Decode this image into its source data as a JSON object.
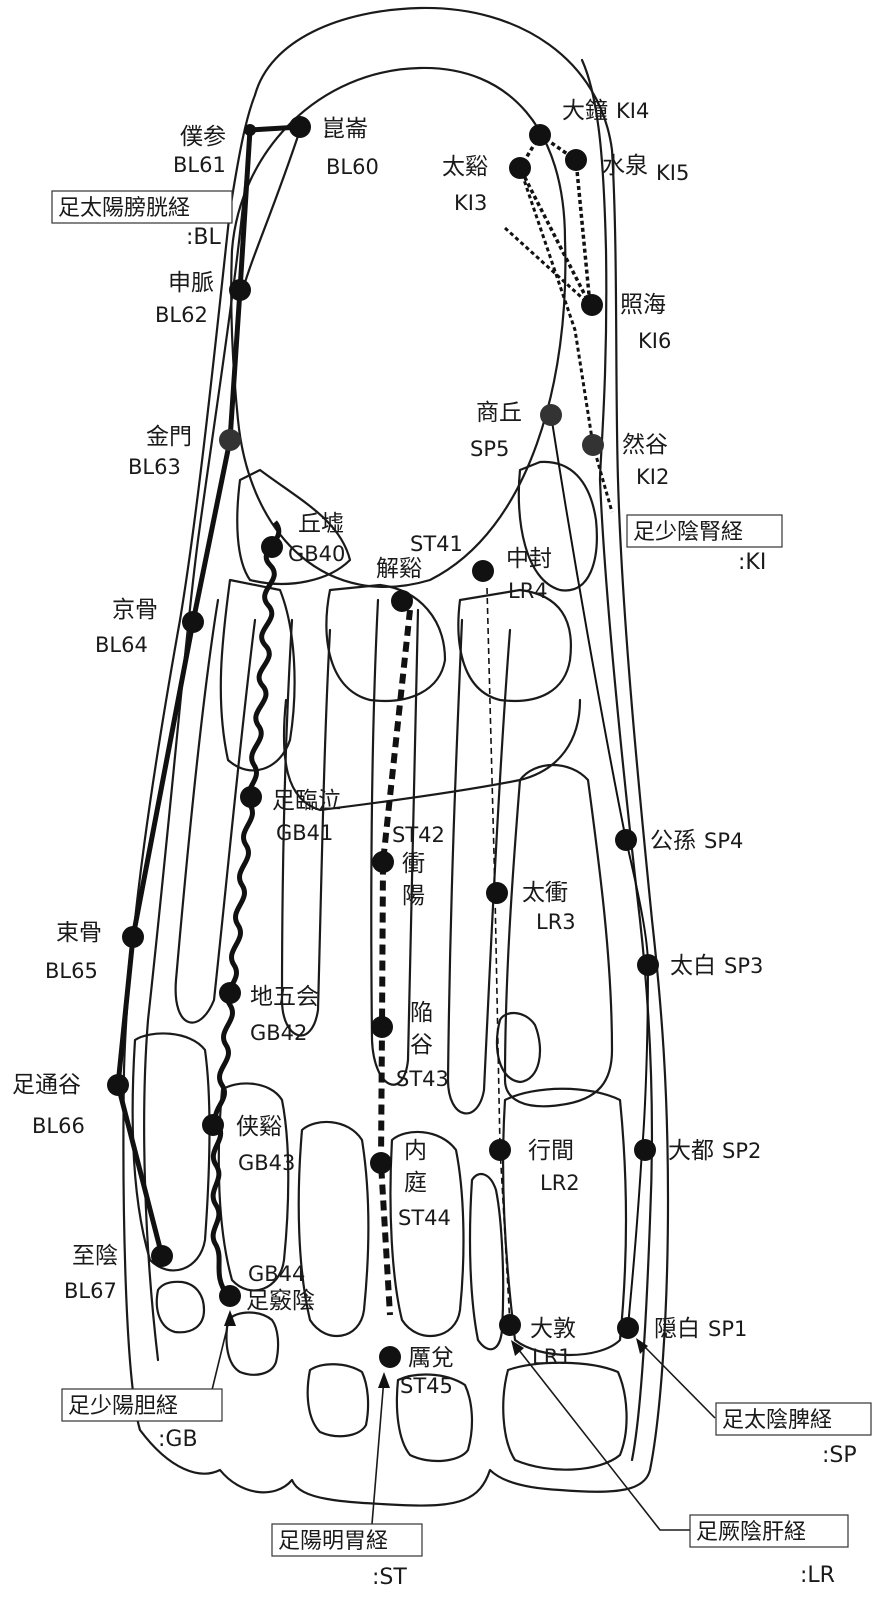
{
  "colors": {
    "ink": "#1a1a1a",
    "background": "#ffffff",
    "point": "#111111"
  },
  "meridians": [
    {
      "key": "BL",
      "name": "足太陽膀胱経",
      "code": ":BL"
    },
    {
      "key": "KI",
      "name": "足少陰腎経",
      "code": ":KI"
    },
    {
      "key": "GB",
      "name": "足少陽胆経",
      "code": ":GB"
    },
    {
      "key": "ST",
      "name": "足陽明胃経",
      "code": ":ST"
    },
    {
      "key": "SP",
      "name": "足太陰脾経",
      "code": ":SP"
    },
    {
      "key": "LR",
      "name": "足厥陰肝経",
      "code": ":LR"
    }
  ],
  "points": [
    {
      "id": "BL60",
      "name": "崑崙",
      "code": "BL60"
    },
    {
      "id": "BL61",
      "name": "僕参",
      "code": "BL61"
    },
    {
      "id": "BL62",
      "name": "申脈",
      "code": "BL62"
    },
    {
      "id": "BL63",
      "name": "金門",
      "code": "BL63"
    },
    {
      "id": "BL64",
      "name": "京骨",
      "code": "BL64"
    },
    {
      "id": "BL65",
      "name": "束骨",
      "code": "BL65"
    },
    {
      "id": "BL66",
      "name": "足通谷",
      "code": "BL66"
    },
    {
      "id": "BL67",
      "name": "至陰",
      "code": "BL67"
    },
    {
      "id": "KI2",
      "name": "然谷",
      "code": "KI2"
    },
    {
      "id": "KI3",
      "name": "太谿",
      "code": "KI3"
    },
    {
      "id": "KI4",
      "name": "大鐘",
      "code": "KI4"
    },
    {
      "id": "KI5",
      "name": "水泉",
      "code": "KI5"
    },
    {
      "id": "KI6",
      "name": "照海",
      "code": "KI6"
    },
    {
      "id": "GB40",
      "name": "丘墟",
      "code": "GB40"
    },
    {
      "id": "GB41",
      "name": "足臨泣",
      "code": "GB41"
    },
    {
      "id": "GB42",
      "name": "地五会",
      "code": "GB42"
    },
    {
      "id": "GB43",
      "name": "侠谿",
      "code": "GB43"
    },
    {
      "id": "GB44",
      "name": "足竅陰",
      "code": "GB44"
    },
    {
      "id": "ST41",
      "name": "解谿",
      "code": "ST41"
    },
    {
      "id": "ST42",
      "name": "衝陽",
      "code": "ST42"
    },
    {
      "id": "ST43",
      "name": "陥谷",
      "code": "ST43"
    },
    {
      "id": "ST44",
      "name": "内庭",
      "code": "ST44"
    },
    {
      "id": "ST45",
      "name": "厲兌",
      "code": "ST45"
    },
    {
      "id": "SP1",
      "name": "隠白",
      "code": "SP1"
    },
    {
      "id": "SP2",
      "name": "大都",
      "code": "SP2"
    },
    {
      "id": "SP3",
      "name": "太白",
      "code": "SP3"
    },
    {
      "id": "SP4",
      "name": "公孫",
      "code": "SP4"
    },
    {
      "id": "SP5",
      "name": "商丘",
      "code": "SP5"
    },
    {
      "id": "LR1",
      "name": "大敦",
      "code": "LR1"
    },
    {
      "id": "LR2",
      "name": "行間",
      "code": "LR2"
    },
    {
      "id": "LR3",
      "name": "太衝",
      "code": "LR3"
    },
    {
      "id": "LR4",
      "name": "中封",
      "code": "LR4"
    }
  ]
}
